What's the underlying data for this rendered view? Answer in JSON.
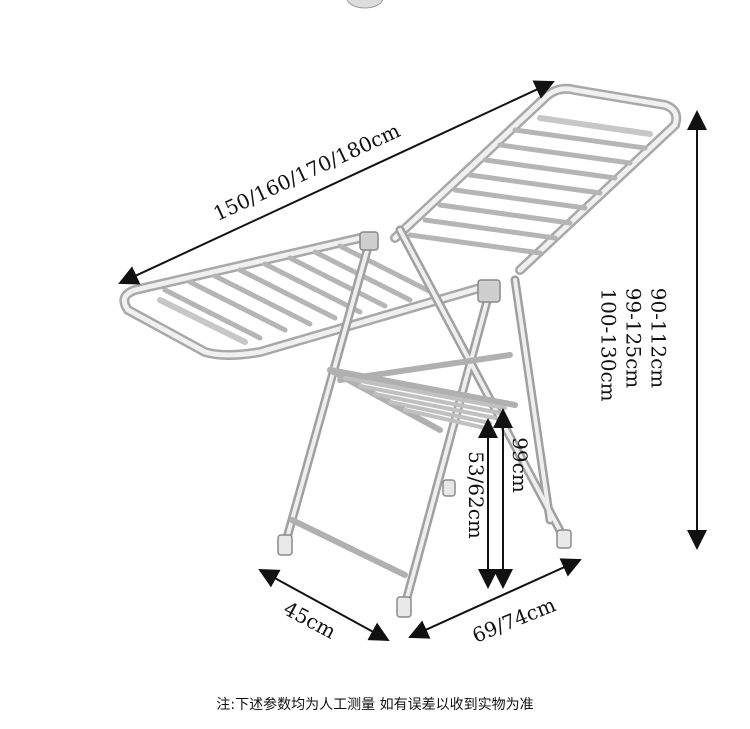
{
  "product": {
    "image_alt": "Folding wing-style stainless steel clothes drying rack"
  },
  "dimensions": {
    "length": "150/160/170/180cm",
    "height_total": "90-112cm",
    "height_total_2": "99-125cm",
    "height_total_3": "100-130cm",
    "height_mid": "99cm",
    "height_low": "53/62cm",
    "depth": "45cm",
    "width": "69/74cm"
  },
  "note": "注:下述参数均为人工测量 如有误差以收到实物为准",
  "colors": {
    "tube_light": "#f4f4f4",
    "tube_dark": "#9a9a9a",
    "arrow": "#111111"
  }
}
